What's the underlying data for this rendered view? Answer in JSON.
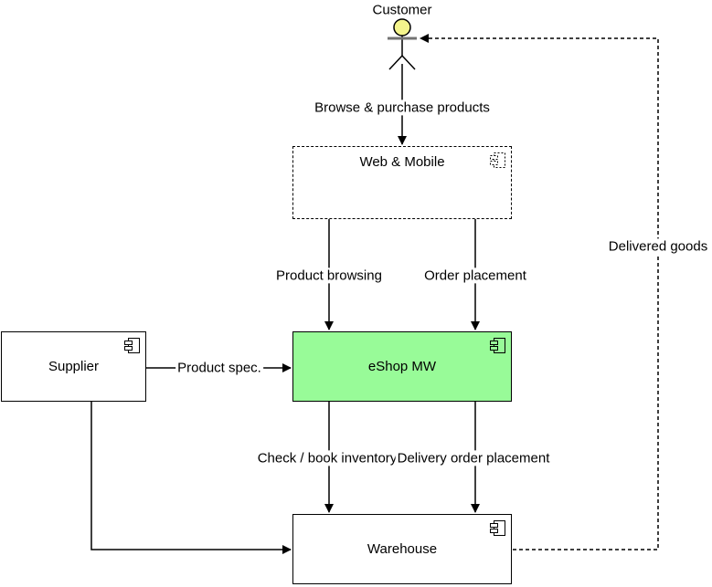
{
  "diagram": {
    "actor": {
      "label": "Customer",
      "head_color": "#F4F48C"
    },
    "nodes": {
      "web_mobile": {
        "label": "Web & Mobile",
        "border": "dashed"
      },
      "supplier": {
        "label": "Supplier",
        "border": "solid"
      },
      "eshop": {
        "label": "eShop MW",
        "border": "solid",
        "fill": "#98FB98"
      },
      "warehouse": {
        "label": "Warehouse",
        "border": "solid"
      }
    },
    "edges": {
      "browse_purchase": {
        "label": "Browse & purchase products",
        "from": "Customer",
        "to": "Web & Mobile",
        "style": "solid"
      },
      "product_browsing": {
        "label": "Product browsing",
        "from": "Web & Mobile",
        "to": "eShop MW",
        "style": "solid"
      },
      "order_placement": {
        "label": "Order placement",
        "from": "Web & Mobile",
        "to": "eShop MW",
        "style": "solid"
      },
      "product_spec": {
        "label": "Product spec.",
        "from": "Supplier",
        "to": "eShop MW",
        "style": "solid"
      },
      "check_book_inventory": {
        "label": "Check / book inventory",
        "from": "eShop MW",
        "to": "Warehouse",
        "style": "solid"
      },
      "delivery_order_placement": {
        "label": "Delivery order placement",
        "from": "eShop MW",
        "to": "Warehouse",
        "style": "solid"
      },
      "supplier_warehouse": {
        "label": "",
        "from": "Supplier",
        "to": "Warehouse",
        "style": "solid"
      },
      "delivered_goods": {
        "label": "Delivered goods",
        "from": "Warehouse",
        "to": "Customer",
        "style": "dashed"
      }
    },
    "colors": {
      "line": "#000000",
      "eshop_fill": "#98FB98",
      "actor_head": "#F4F48C",
      "actor_arms": "#737373"
    }
  }
}
